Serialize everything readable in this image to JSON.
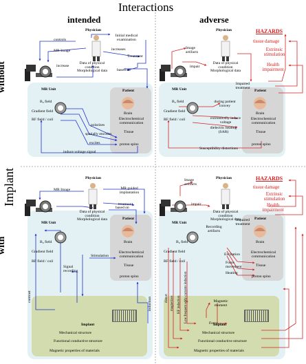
{
  "header": {
    "title": "Interactions",
    "col_intended": "intended",
    "col_adverse": "adverse"
  },
  "row_titles": {
    "outer": "Implant",
    "without": "without",
    "with": "with"
  },
  "colors": {
    "intended_arrows": "#1a2fd0",
    "adverse_arrows": "#d42020",
    "hazard_text": "#d42020",
    "panel_blue": "#e4f1f4",
    "panel_patient": "#d6d6d6",
    "panel_implant": "#d2dcae"
  },
  "icons": {
    "physician": "physician-icon",
    "mr_scanner": "mr-scanner-icon",
    "patient_head": "patient-head-icon",
    "implant_coil": "implant-coil-icon"
  },
  "q1": {
    "physician": "Physician",
    "initial": "Initial medical examination",
    "increases": "increases",
    "treatment": "Treatment",
    "controls": "controls",
    "mr_image": "MR Image",
    "increase": "increase",
    "data": "Data of physical condition Morphological data",
    "based_on": "based on",
    "mr_unit": "MR Unit",
    "b0": "B₀ field",
    "gradient": "Gradient field",
    "rf": "RF field / coil",
    "patient": "Patient",
    "brain": "Brain",
    "electrochem": "Electrochemical communication",
    "tissue": "Tissue",
    "polarizes": "polarizes",
    "spatially": "spatially encodes",
    "excites": "excites",
    "proton": "proton spins",
    "induce": "induce voltage signal"
  },
  "q2": {
    "hazards": "HAZARDS",
    "tissue_damage": "tissue damage",
    "extrinsic": "Extrinsic stimulation",
    "health": "Health impairment",
    "physician": "Physician",
    "image_artifacts": "Image artifacts",
    "impair": "impair",
    "data": "Data of physical condition Morphological data",
    "mr_unit": "MR Unit",
    "b0": "B₀ field",
    "gradient": "Gradient field",
    "rf": "RF field / coil",
    "impaired": "Impaired treatment",
    "patient": "Patient",
    "brain": "Brain",
    "during": "during patient convey",
    "extrinsic_induce": "extrinsically induce voltage",
    "dielectric": "dielectric heating (SAR)",
    "electrochem": "Electrochemical communication",
    "tissue": "Tissue",
    "proton": "proton spins",
    "susceptibility": "Susceptibility distortions"
  },
  "q3": {
    "physician": "Physician",
    "mr_image": "MR Image",
    "guided": "MR guided implantation",
    "treatment": "treatment",
    "data": "Data of physical condition Morphological data",
    "based_on": "based on",
    "mr_unit": "MR Unit",
    "b0": "B₀ field",
    "gradient": "Gradient field",
    "rf": "RF field / coil",
    "patient": "Patient",
    "brain": "Brain",
    "stimulation": "Stimulation",
    "electrochem": "Electrochemical communication",
    "tissue": "Tissue",
    "proton": "proton spins",
    "signal": "Signal recording",
    "contrast": "contrast",
    "induction": "induction",
    "implant": "Implant",
    "mech": "Mechanical structure",
    "func": "Functional conductive structure",
    "mag": "Magnetic properties of materials"
  },
  "q4": {
    "hazards": "HAZARDS",
    "tissue_damage": "tissue damage",
    "extrinsic": "Extrinsic stimulation",
    "health": "Health impairment",
    "physician": "Physician",
    "image_artifacts": "Image artifacts",
    "impair": "impair",
    "data": "Data of physical condition Morphological data",
    "recording": "Recording artifacts",
    "impaired": "Impaired treatment",
    "mr_unit": "MR Unit",
    "b0": "B₀ field",
    "gradient": "Gradient field",
    "rf": "RF field / coil",
    "patient": "Patient",
    "brain": "Brain",
    "excitation": "Excitation",
    "force_movement": "Force movement",
    "heating": "Heating",
    "electrochem": "Electrochemical communication",
    "tissue": "Tissue",
    "proton": "proton spins",
    "distort": "distort",
    "magnetizes": "magnetizes",
    "hf_induction": "HF induction",
    "low_freq": "Low frequent eddy currents induction",
    "magnetic_moment": "Magnetic moment",
    "force": "Force",
    "implant": "Implant",
    "mech": "Mechanical structure",
    "func": "Functional conductive structure",
    "mag": "Magnetic properties of materials"
  }
}
